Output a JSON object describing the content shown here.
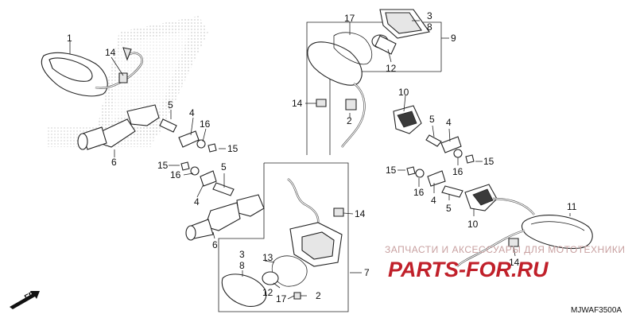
{
  "callouts": {
    "c1": "1",
    "c14a": "14",
    "c5a": "5",
    "c4a": "4",
    "c16a": "16",
    "c15a": "15",
    "c6a": "6",
    "c15b": "15",
    "c16b": "16",
    "c5b": "5",
    "c4b": "4",
    "c6b": "6",
    "c17a": "17",
    "c3a": "3",
    "c8a": "8",
    "c9": "9",
    "c12a": "12",
    "c14b": "14",
    "c2a": "2",
    "c10a": "10",
    "c5c": "5",
    "c4c": "4",
    "c16c": "16",
    "c15c": "15",
    "c15d": "15",
    "c16d": "16",
    "c4d": "4",
    "c5d": "5",
    "c10b": "10",
    "c11": "11",
    "c14c": "14",
    "c14d": "14",
    "c3b": "3",
    "c8b": "8",
    "c13": "13",
    "c12b": "12",
    "c17b": "17",
    "c2b": "2",
    "c7": "7"
  },
  "watermark": {
    "text": "ЗАПЧАСТИ И АКСЕССУАРЫ ДЛЯ МОТОТЕХНИКИ",
    "logo": "PARTS-FOR.RU"
  },
  "direction_label": "FR.",
  "diagram_code": "MJWAF3500A",
  "colors": {
    "watermark_red": "#c0202a",
    "watermark_text": "#c8a0a0",
    "honda_dots": "#b9b9b9"
  }
}
